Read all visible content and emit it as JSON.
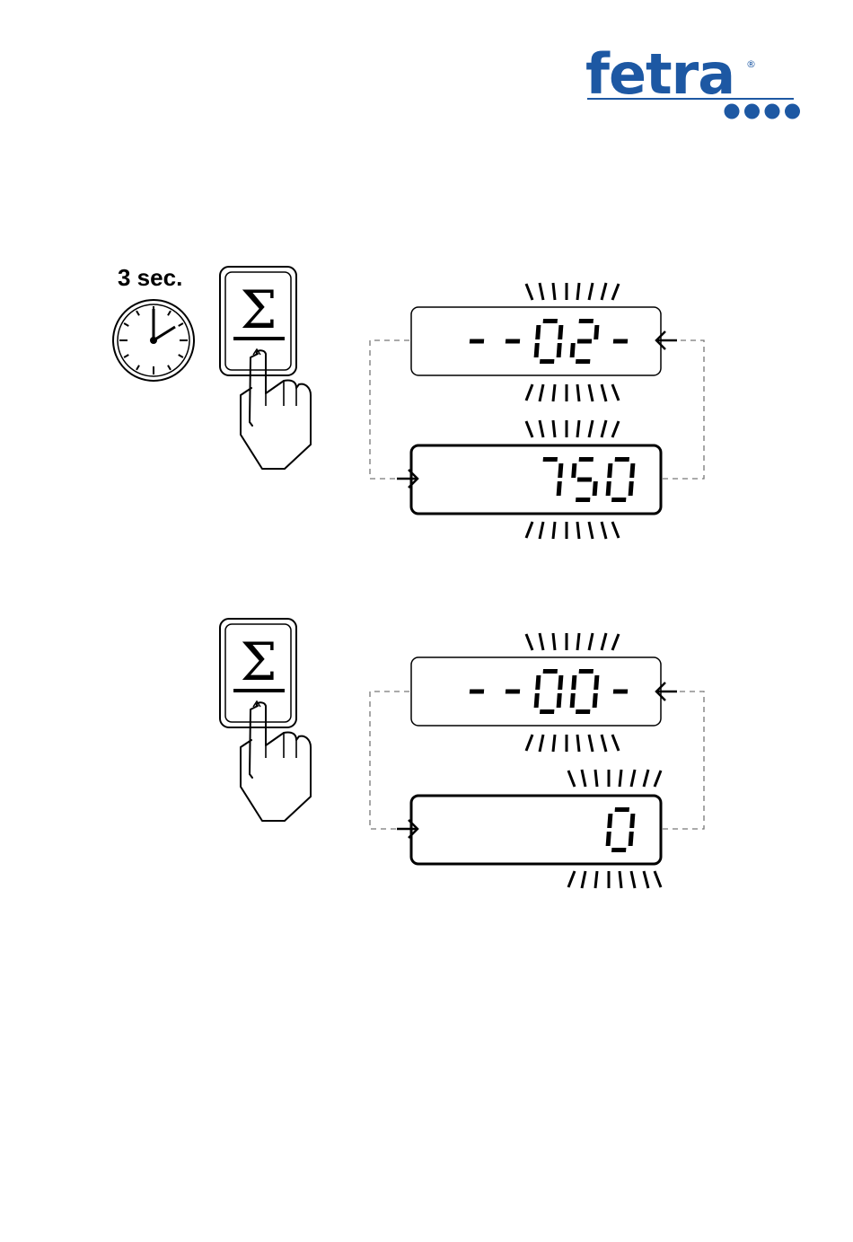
{
  "logo": {
    "text": "fetra",
    "registered": "®",
    "color": "#1d58a3",
    "dot_count": 4
  },
  "step1": {
    "timer_label": "3 sec.",
    "timer_icon": "clock-icon",
    "key_symbol": "Σ",
    "key_icon": "sigma-key-icon",
    "hand_icon": "pressing-hand-icon",
    "displays": [
      {
        "text": "--02-",
        "flashing": true
      },
      {
        "text": "750",
        "flashing": true
      }
    ]
  },
  "step2": {
    "key_symbol": "Σ",
    "key_icon": "sigma-key-icon",
    "hand_icon": "pressing-hand-icon",
    "displays": [
      {
        "text": "--00-",
        "flashing": true
      },
      {
        "text": "0",
        "flashing": true
      }
    ]
  }
}
